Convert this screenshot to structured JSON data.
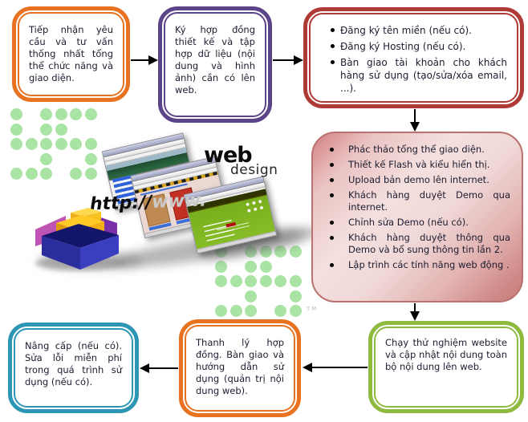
{
  "colors": {
    "ink": "#1c1c30",
    "orange": "#E8721F",
    "purple": "#5B4489",
    "darkred": "#AF3934",
    "rose-border": "#B97270",
    "green": "#8FBA40",
    "teal": "#2E96B5",
    "dot": "#A9E4A4",
    "arrow": "#000000"
  },
  "steps": {
    "step1": {
      "text": "Tiếp nhận yêu cầu và tư vấn thống nhất tổng thể chức năng và giao diện."
    },
    "step2": {
      "text": "Ký hợp đồng thiết kế và tập hợp dữ liệu (nội dung và hình ảnh) cần có lên web."
    },
    "step3": {
      "items": [
        "Đăng ký tên miền (nếu có).",
        "Đăng ký Hosting (nếu có).",
        "Bàn giao tài khoản cho khách hàng sử dụng (tạo/sửa/xóa email, ...)."
      ]
    },
    "step4": {
      "items": [
        "Phác thảo tổng thể giao diện.",
        "Thiết kế Flash và kiểu hiển thị.",
        "Upload bản demo lên internet.",
        "Khách hàng duyệt Demo qua internet.",
        "Chỉnh sửa Demo (nếu có).",
        "Khách hàng duyệt thông qua Demo và bổ sung thông tin lần 2.",
        "Lập trình các tính năng web động ."
      ]
    },
    "step5": {
      "text": "Chạy thử nghiệm website và cập nhật nội dung toàn bộ nội dung lên web."
    },
    "step6": {
      "text": "Thanh lý hợp đồng. Bàn giao và hướng dẫn sử dụng (quản trị nội dung web)."
    },
    "step7": {
      "text": "Nâng cấp (nếu có). Sửa lỗi miễn phí trong quá trình sử dụng (nếu có)."
    }
  },
  "clipart": {
    "brand_top": "web",
    "brand_bottom": "design",
    "url_prefix": "http://",
    "url_www": "www.",
    "trademark": "TM"
  },
  "decor": {
    "dot_pattern": [
      [
        1,
        0,
        1,
        1,
        1,
        1
      ],
      [
        1,
        0,
        1,
        1,
        0,
        0
      ],
      [
        1,
        1,
        1,
        1,
        1,
        1
      ],
      [
        0,
        0,
        1,
        0,
        0,
        1
      ],
      [
        1,
        1,
        1,
        0,
        1,
        1
      ]
    ]
  }
}
